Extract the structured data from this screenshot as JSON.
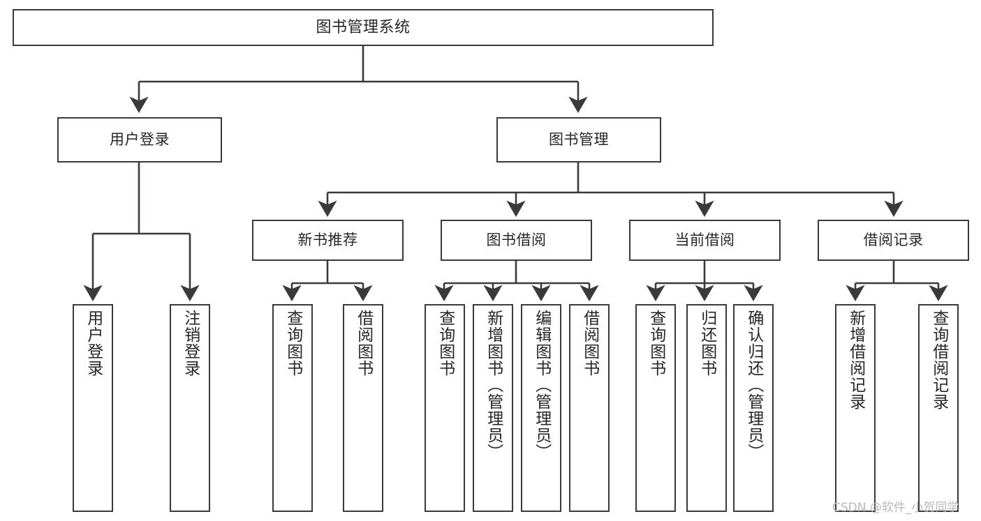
{
  "diagram": {
    "title": "图书管理系统",
    "type": "tree",
    "watermark": "CSDN @软件_小贺同学",
    "colors": {
      "box_border": "#3a3a3a",
      "box_fill": "#ffffff",
      "edge": "#3a3a3a",
      "text": "#262626",
      "watermark": "#b9b9b9",
      "background": "#ffffff"
    },
    "levels": {
      "root": {
        "id": "root",
        "label": "图书管理系统"
      },
      "level2": [
        {
          "id": "user-login",
          "label": "用户登录"
        },
        {
          "id": "book-management",
          "label": "图书管理"
        }
      ],
      "level3": [
        {
          "id": "new-book-recommend",
          "label": "新书推荐",
          "parent": "book-management"
        },
        {
          "id": "book-borrow",
          "label": "图书借阅",
          "parent": "book-management"
        },
        {
          "id": "current-borrow",
          "label": "当前借阅",
          "parent": "book-management"
        },
        {
          "id": "borrow-record",
          "label": "借阅记录",
          "parent": "book-management"
        }
      ],
      "leaves": [
        {
          "id": "leaf-user-login",
          "label": "用户登录",
          "parent": "user-login"
        },
        {
          "id": "leaf-logout",
          "label": "注销登录",
          "parent": "user-login"
        },
        {
          "id": "leaf-query-book-1",
          "label": "查询图书",
          "parent": "new-book-recommend"
        },
        {
          "id": "leaf-borrow-book-1",
          "label": "借阅图书",
          "parent": "new-book-recommend"
        },
        {
          "id": "leaf-query-book-2",
          "label": "查询图书",
          "parent": "book-borrow"
        },
        {
          "id": "leaf-add-book",
          "label": "新增图书（管理员）",
          "parent": "book-borrow"
        },
        {
          "id": "leaf-edit-book",
          "label": "编辑图书（管理员）",
          "parent": "book-borrow"
        },
        {
          "id": "leaf-borrow-book-2",
          "label": "借阅图书",
          "parent": "book-borrow"
        },
        {
          "id": "leaf-query-book-3",
          "label": "查询图书",
          "parent": "current-borrow"
        },
        {
          "id": "leaf-return-book",
          "label": "归还图书",
          "parent": "current-borrow"
        },
        {
          "id": "leaf-confirm-return",
          "label": "确认归还（管理员）",
          "parent": "current-borrow"
        },
        {
          "id": "leaf-add-record",
          "label": "新增借阅记录",
          "parent": "borrow-record"
        },
        {
          "id": "leaf-query-record",
          "label": "查询借阅记录",
          "parent": "borrow-record"
        }
      ]
    }
  }
}
